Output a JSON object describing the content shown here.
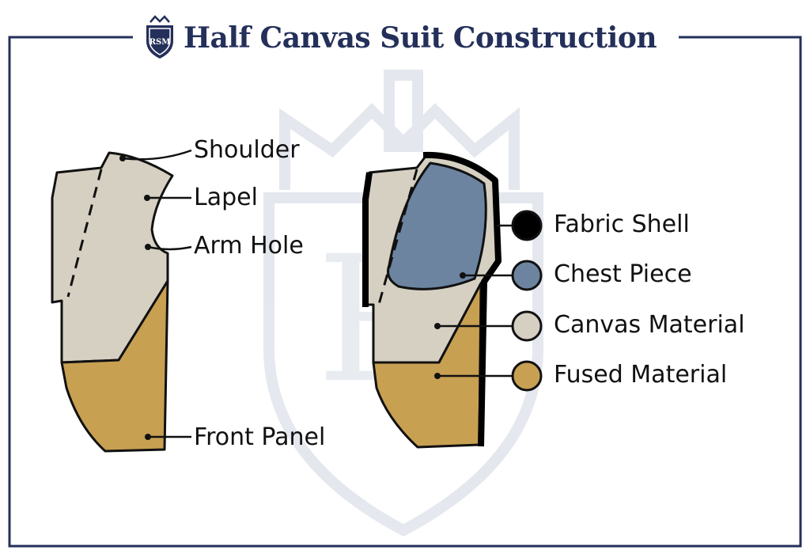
{
  "header": {
    "title": "Half Canvas Suit Construction",
    "logo_text": "RSM"
  },
  "left_diagram": {
    "callouts": [
      {
        "key": "shoulder",
        "label": "Shoulder"
      },
      {
        "key": "lapel",
        "label": "Lapel"
      },
      {
        "key": "arm_hole",
        "label": "Arm Hole"
      },
      {
        "key": "front_panel",
        "label": "Front Panel"
      }
    ]
  },
  "legend": {
    "items": [
      {
        "key": "fabric_shell",
        "label": "Fabric Shell",
        "color": "#000000"
      },
      {
        "key": "chest_piece",
        "label": "Chest Piece",
        "color": "#6c84a0"
      },
      {
        "key": "canvas_material",
        "label": "Canvas Material",
        "color": "#d6d0c2"
      },
      {
        "key": "fused_material",
        "label": "Fused Material",
        "color": "#c8a052"
      }
    ]
  },
  "colors": {
    "navy": "#24305a",
    "canvas": "#d6d0c2",
    "fused": "#c8a052",
    "chest": "#6c84a0",
    "shell": "#000000",
    "watermark": "#e4e7ee"
  }
}
